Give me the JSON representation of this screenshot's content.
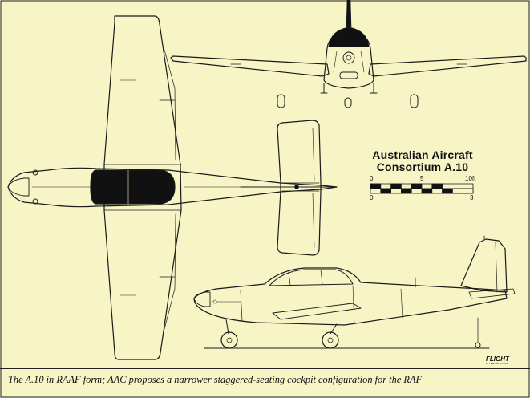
{
  "diagram": {
    "title_line1": "Australian Aircraft",
    "title_line2": "Consortium A.10",
    "scale_top": {
      "min": "0",
      "mid": "5",
      "max": "10ft"
    },
    "scale_bottom": {
      "min": "0",
      "max": "3"
    },
    "caption": "The A.10 in RAAF form; AAC proposes a narrower staggered-seating cockpit configuration for the RAF",
    "logo": "FLIGHT",
    "logo_sub": "INTERNATIONAL"
  }
}
